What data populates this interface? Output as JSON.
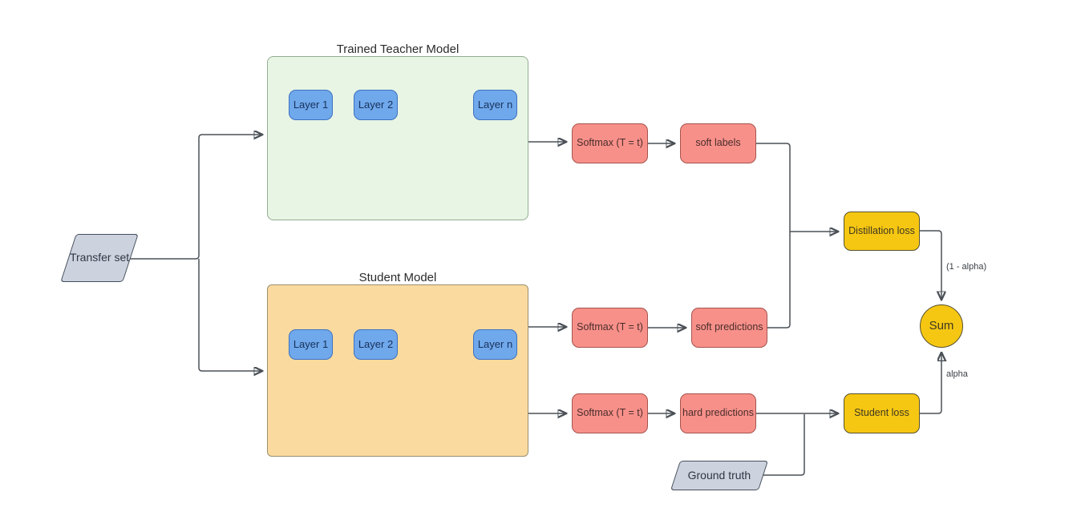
{
  "diagram": {
    "teacher": {
      "title": "Trained Teacher Model",
      "layers": [
        "Layer 1",
        "Layer 2",
        "Layer n"
      ]
    },
    "student": {
      "title": "Student Model",
      "layers": [
        "Layer 1",
        "Layer 2",
        "Layer n"
      ]
    },
    "inputs": {
      "transfer_set": "Transfer set",
      "ground_truth": "Ground truth"
    },
    "pipeline": {
      "teacher_softmax": "Softmax (T = t)",
      "soft_labels": "soft labels",
      "student_softmax_soft": "Softmax (T = t)",
      "soft_predictions": "soft predictions",
      "student_softmax_hard": "Softmax (T = t)",
      "hard_predictions": "hard predictions",
      "distillation_loss": "Distillation loss",
      "student_loss": "Student loss",
      "sum": "Sum"
    },
    "edge_labels": {
      "distillation_weight": "(1 - alpha)",
      "student_weight": "alpha"
    },
    "colors": {
      "teacher_fill": "#E8F5E4",
      "student_fill": "#FADA9E",
      "layer_fill": "#70A8EC",
      "softmax_fill": "#F8908A",
      "loss_fill": "#F6C712",
      "io_fill": "#CDD3DE",
      "connector": "#4A5056"
    }
  }
}
